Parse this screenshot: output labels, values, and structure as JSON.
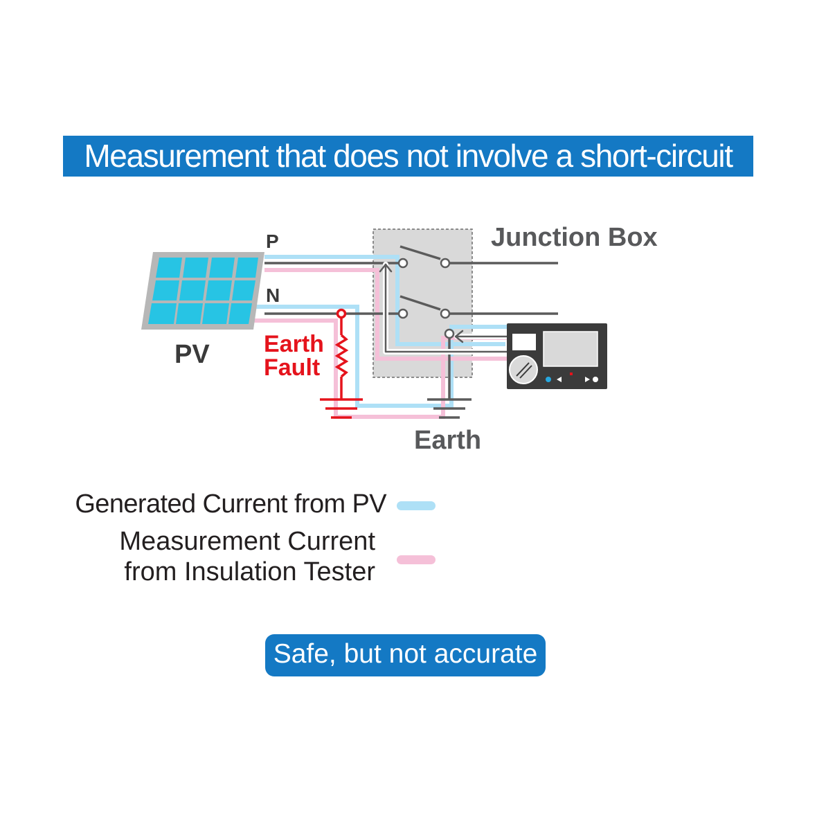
{
  "title": "Measurement that does not involve a short-circuit",
  "labels": {
    "p": "P",
    "n": "N",
    "pv": "PV",
    "earth_fault_line1": "Earth",
    "earth_fault_line2": "Fault",
    "junction_box": "Junction Box",
    "earth": "Earth"
  },
  "legend": {
    "generated": "Generated Current from PV",
    "measurement_line1": "Measurement Current",
    "measurement_line2": "from Insulation Tester"
  },
  "result": "Safe, but not accurate",
  "colors": {
    "banner": "#1479c4",
    "generated_current": "#aee0f6",
    "measurement_current": "#f5c0d8",
    "fault": "#e5131c",
    "wire": "#5b5b5b",
    "panel_cell": "#27c4e4",
    "panel_frame": "#b7b7b7",
    "junction_box_fill": "#d9d9d9",
    "tester_body": "#3b3b3b"
  },
  "icons": [
    "pv-panel-icon",
    "switch-icon",
    "resistor-icon",
    "ground-icon",
    "insulation-tester-icon"
  ]
}
